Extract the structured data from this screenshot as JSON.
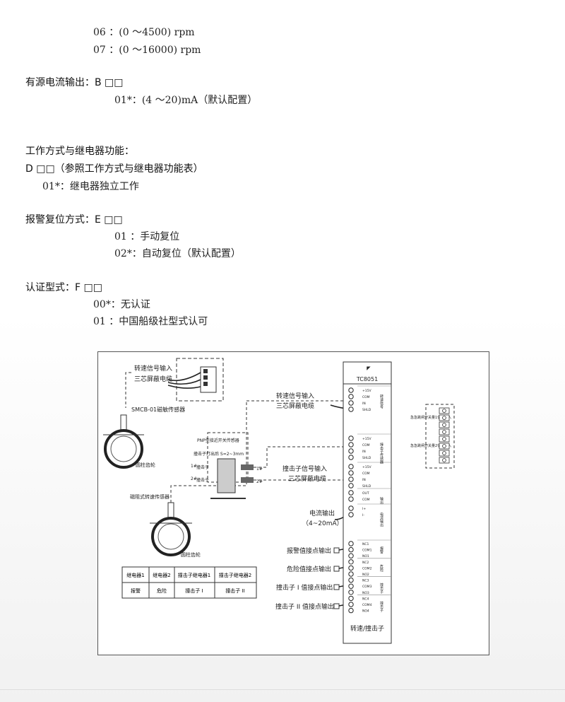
{
  "speed_range": {
    "line_06": "06 ：(0 ～4500) rpm",
    "line_07": "07 ：(0 ～16000) rpm"
  },
  "current_output": {
    "heading": "有源电流输出：B □□",
    "option_01": "01*：(4 ～20)mA（默认配置）"
  },
  "work_mode": {
    "heading": "工作方式与继电器功能：",
    "subheading": "D □□（参照工作方式与继电器功能表）",
    "option_01": "01*：继电器独立工作"
  },
  "alarm_reset": {
    "heading": "报警复位方式：E □□",
    "option_01": "01 ：手动复位",
    "option_02": "02*：自动复位（默认配置）"
  },
  "certification": {
    "heading": "认证型式：F □□",
    "option_00": "00*：无认证",
    "option_01": "01 ：中国船级社型式认可"
  },
  "diagram": {
    "device_model": "TC8051",
    "device_bottom_label": "转速/撞击子",
    "speed_input_label": "转速信号输入",
    "cable_label": "三芯屏蔽电缆",
    "smcb_sensor": "SMCB-01磁敏传感器",
    "cylinder_gear": "圆柱齿轮",
    "reluctance_sensor": "磁阻式转速传感器",
    "pnp_sensor": "PNP型接近开关传感器",
    "striker_note": "撞击子打出后 S=2~3mm",
    "striker_1": "撞击子",
    "striker_2": "撞击子",
    "striker_1_mark": "1#",
    "striker_2_mark": "2#",
    "striker_input_label": "撞击子信号输入",
    "current_output_label": "电流输出",
    "current_output_range": "（4~20mA）",
    "alarm_contact": "报警值接点输出",
    "danger_contact": "危险值接点输出",
    "striker1_contact": "撞击子 I 值接点输出",
    "striker2_contact": "撞击子 II 值接点输出",
    "emergency_input_1": "急急跳闸开关量1信号输入",
    "emergency_input_2": "急急跳闸开关量2信号输入",
    "terminals_group1": [
      "+15V",
      "COM",
      "IN",
      "SHLD"
    ],
    "terminals_group1_side": "转速信号",
    "terminals_group3_side": "撞击子传感器",
    "terminals_out": [
      "OUT",
      "COM"
    ],
    "terminals_out_side": "输出",
    "terminals_current": [
      "I+",
      "I-"
    ],
    "terminals_current_side": "电流输出",
    "terminals_relay": [
      "NC1",
      "COM1",
      "NO1",
      "NC2",
      "COM2",
      "NO2",
      "NC3",
      "COM3",
      "NO3",
      "NC4",
      "COM4",
      "NO4"
    ],
    "relay_side_labels": [
      "报警",
      "危险",
      "撞击子",
      "撞击子"
    ],
    "table": {
      "headers": [
        "继电器1",
        "继电器2",
        "撞击子继电器1",
        "撞击子继电器2"
      ],
      "row": [
        "报警",
        "危险",
        "撞击子 I",
        "撞击子 II"
      ]
    }
  }
}
